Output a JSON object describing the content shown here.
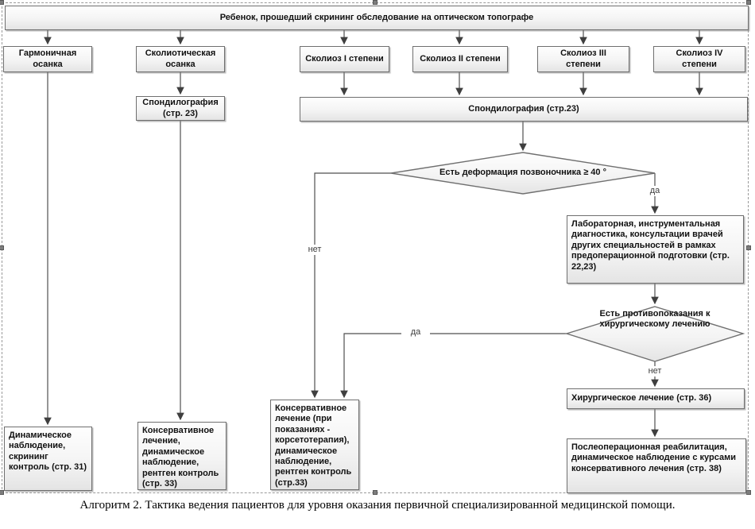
{
  "nodes": {
    "screening_root": "Ребенок, прошедший скрининг обследование на оптическом топографе",
    "harmonic_posture": "Гармоничная осанка",
    "scoliotic_posture": "Сколиотическая осанка",
    "scoliosis_1": "Сколиоз I степени",
    "scoliosis_2": "Сколиоз II степени",
    "scoliosis_3": "Сколиоз III степени",
    "scoliosis_4": "Сколиоз IV степени",
    "spondylography_small": "Спондилография (стр. 23)",
    "spondylography_wide": "Спондилография (стр.23)",
    "decision_deformity": "Есть деформация позвоночника ≥ 40 °",
    "lab_diagnostics": "Лабораторная, инструментальная диагностика, консультации врачей других специальностей в рамках предоперационной подготовки (стр. 22,23)",
    "decision_contraindications": "Есть противопоказания к хирургическому лечению",
    "surgical_treatment": "Хирургическое лечение (стр. 36)",
    "postop_rehab": "Послеоперационная реабилитация, динамическое наблюдение с курсами консервативного лечения (стр. 38)",
    "dynamic_observation": "Динамическое наблюдение, скрининг контроль (стр. 31)",
    "conservative_treatment": "Консервативное лечение, динамическое наблюдение, рентген контроль (стр. 33)",
    "conservative_corset": "Консервативное лечение (при показаниях - корсетотерапия), динамическое наблюдение, рентген контроль (стр.33)"
  },
  "edge_labels": {
    "deformity_yes": "да",
    "deformity_no": "нет",
    "contraindication_yes": "да",
    "contraindication_no": "нет"
  },
  "caption": "Алгоритм 2. Тактика ведения пациентов для уровня оказания первичной специализированной медицинской помощи.",
  "colors": {
    "box_border": "#6f6f6f",
    "box_fill_top": "#fefefe",
    "box_fill_bottom": "#e4e4e4",
    "connector": "#4f4f4f",
    "canvas_dashed_border": "#9a9a9a",
    "selection_handle": "#7d7d7d",
    "text": "#111111"
  }
}
